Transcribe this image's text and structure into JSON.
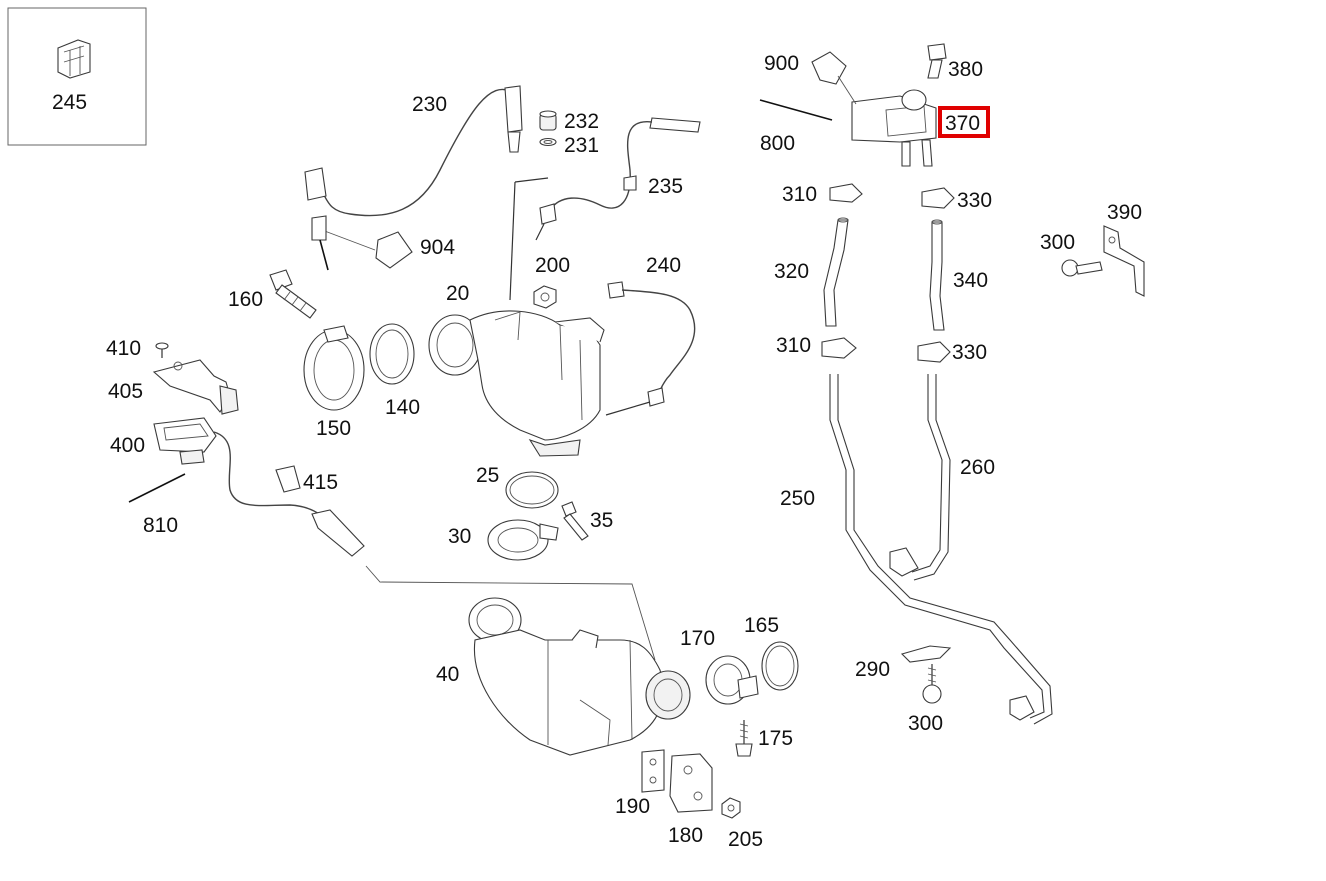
{
  "diagram": {
    "highlighted_part": "370",
    "highlight_color": "#e00000",
    "line_color": "#333333",
    "callouts": {
      "c245": "245",
      "c230": "230",
      "c232": "232",
      "c231": "231",
      "c235": "235",
      "c904": "904",
      "c200": "200",
      "c240": "240",
      "c20": "20",
      "c160": "160",
      "c410": "410",
      "c405": "405",
      "c400": "400",
      "c150": "150",
      "c140": "140",
      "c415": "415",
      "c810": "810",
      "c25": "25",
      "c35": "35",
      "c30": "30",
      "c900": "900",
      "c380": "380",
      "c370": "370",
      "c800": "800",
      "c310a": "310",
      "c330a": "330",
      "c390": "390",
      "c300a": "300",
      "c320": "320",
      "c340": "340",
      "c310b": "310",
      "c330b": "330",
      "c260": "260",
      "c250": "250",
      "c290": "290",
      "c300b": "300",
      "c40": "40",
      "c170": "170",
      "c165": "165",
      "c175": "175",
      "c190": "190",
      "c180": "180",
      "c205": "205"
    }
  }
}
